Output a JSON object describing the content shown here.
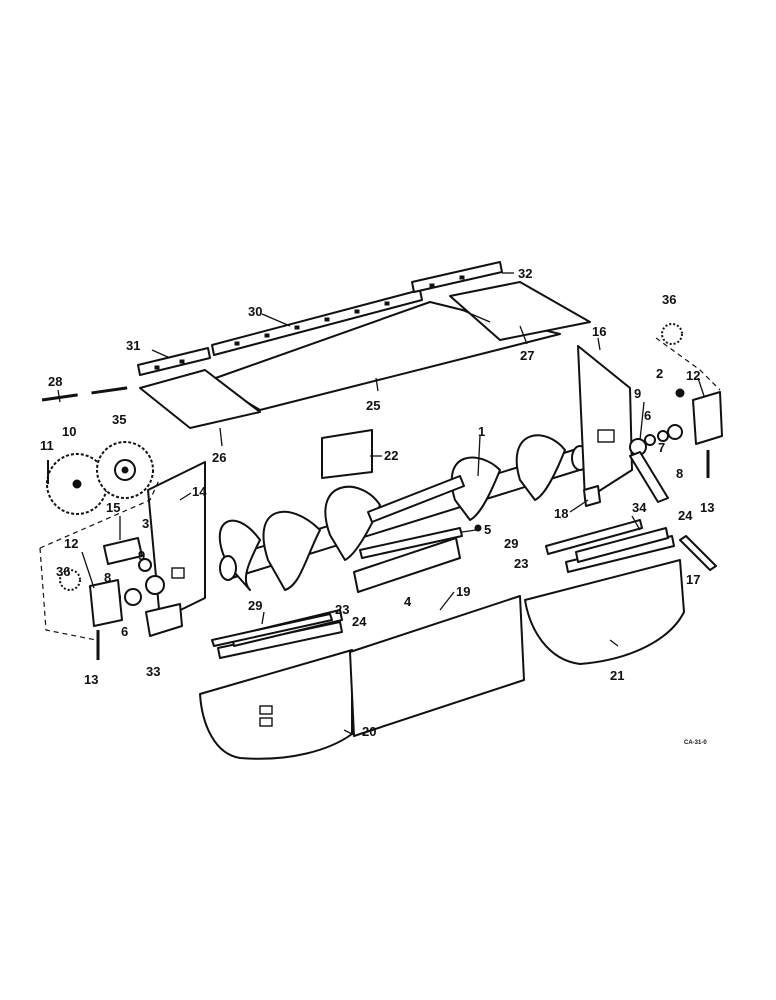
{
  "callouts": {
    "n1": "1",
    "n2": "2",
    "n3": "3",
    "n4": "4",
    "n5": "5",
    "n6": "6",
    "n7": "7",
    "n8": "8",
    "n9": "9",
    "n10": "10",
    "n11": "11",
    "n12": "12",
    "n13": "13",
    "n14": "14",
    "n15": "15",
    "n16": "16",
    "n17": "17",
    "n18": "18",
    "n19": "19",
    "n20": "20",
    "n21": "21",
    "n22": "22",
    "n23": "23",
    "n24": "24",
    "n25": "25",
    "n26": "26",
    "n27": "27",
    "n28": "28",
    "n29": "29",
    "n30": "30",
    "n31": "31",
    "n32": "32",
    "n33": "33",
    "n34": "34",
    "n35": "35",
    "n36": "36"
  },
  "drawing_code": "CA-31-0"
}
